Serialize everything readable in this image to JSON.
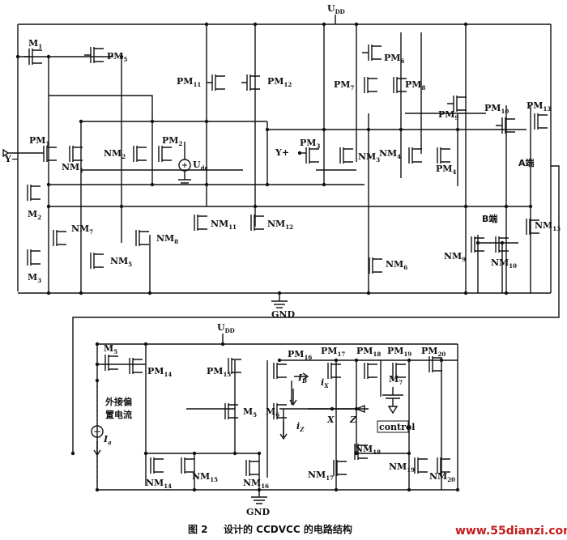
{
  "supply": {
    "vdd_top": "U",
    "vdd_top_sub": "DD",
    "vdd_bottom": "U",
    "vdd_bottom_sub": "DD",
    "gnd_top": "GND",
    "gnd_bottom": "GND"
  },
  "ports": {
    "y_minus": "Y−",
    "y_plus": "Y+",
    "a_end": "A端",
    "b_end": "B端",
    "x_out": "X",
    "z_out": "Z",
    "udc": "U",
    "udc_sub": "dc"
  },
  "top_devices": [
    {
      "key": "m1",
      "text": "M",
      "sub": "1"
    },
    {
      "key": "pm5",
      "text": "PM",
      "sub": "5"
    },
    {
      "key": "pm6",
      "text": "PM",
      "sub": "6"
    },
    {
      "key": "pm11",
      "text": "PM",
      "sub": "11"
    },
    {
      "key": "pm12",
      "text": "PM",
      "sub": "12"
    },
    {
      "key": "pm7",
      "text": "PM",
      "sub": "7"
    },
    {
      "key": "pm8",
      "text": "PM",
      "sub": "8"
    },
    {
      "key": "pm9",
      "text": "PM",
      "sub": "9"
    },
    {
      "key": "pm10",
      "text": "PM",
      "sub": "10"
    },
    {
      "key": "pm13",
      "text": "PM",
      "sub": "13"
    },
    {
      "key": "pm1",
      "text": "PM",
      "sub": "1"
    },
    {
      "key": "pm2",
      "text": "PM",
      "sub": "2"
    },
    {
      "key": "nm2",
      "text": "NM",
      "sub": "2"
    },
    {
      "key": "nm1",
      "text": "NM",
      "sub": "1"
    },
    {
      "key": "pm3",
      "text": "PM",
      "sub": "3"
    },
    {
      "key": "nm3",
      "text": "NM",
      "sub": "3"
    },
    {
      "key": "nm4",
      "text": "NM",
      "sub": "4"
    },
    {
      "key": "pm4",
      "text": "PM",
      "sub": "4"
    },
    {
      "key": "m2",
      "text": "M",
      "sub": "2"
    },
    {
      "key": "nm7",
      "text": "NM",
      "sub": "7"
    },
    {
      "key": "nm8",
      "text": "NM",
      "sub": "8"
    },
    {
      "key": "nm11",
      "text": "NM",
      "sub": "11"
    },
    {
      "key": "nm12",
      "text": "NM",
      "sub": "12"
    },
    {
      "key": "nm13",
      "text": "NM",
      "sub": "13"
    },
    {
      "key": "m3",
      "text": "M",
      "sub": "3"
    },
    {
      "key": "nm5",
      "text": "NM",
      "sub": "5"
    },
    {
      "key": "nm6",
      "text": "NM",
      "sub": "6"
    },
    {
      "key": "nm9",
      "text": "NM",
      "sub": "9"
    },
    {
      "key": "nm10",
      "text": "NM",
      "sub": "10"
    }
  ],
  "bottom_devices": [
    {
      "key": "m5a",
      "text": "M",
      "sub": "5"
    },
    {
      "key": "pm14",
      "text": "PM",
      "sub": "14"
    },
    {
      "key": "pm15",
      "text": "PM",
      "sub": "15"
    },
    {
      "key": "pm16",
      "text": "PM",
      "sub": "16"
    },
    {
      "key": "pm17",
      "text": "PM",
      "sub": "17"
    },
    {
      "key": "pm18",
      "text": "PM",
      "sub": "18"
    },
    {
      "key": "pm19",
      "text": "PM",
      "sub": "19"
    },
    {
      "key": "pm20",
      "text": "PM",
      "sub": "20"
    },
    {
      "key": "m7",
      "text": "M",
      "sub": "7"
    },
    {
      "key": "m5b",
      "text": "M",
      "sub": "5"
    },
    {
      "key": "m6",
      "text": "M",
      "sub": "6"
    },
    {
      "key": "nm14",
      "text": "NM",
      "sub": "14"
    },
    {
      "key": "nm15",
      "text": "NM",
      "sub": "15"
    },
    {
      "key": "nm16",
      "text": "NM",
      "sub": "16"
    },
    {
      "key": "nm17",
      "text": "NM",
      "sub": "17"
    },
    {
      "key": "nm18",
      "text": "NM",
      "sub": "18"
    },
    {
      "key": "nm19",
      "text": "NM",
      "sub": "19"
    },
    {
      "key": "nm20",
      "text": "NM",
      "sub": "20"
    }
  ],
  "currents": {
    "ix": "i",
    "ix_sub": "X",
    "iz": "i",
    "iz_sub": "Z",
    "ia": "I",
    "ia_sub": "a",
    "ib": "I",
    "ib_sub": "B"
  },
  "bias": {
    "line1": "外接偏",
    "line2": "置电流",
    "control": "control"
  },
  "caption": {
    "fig": "图 2",
    "title": "设计的 CCDVCC 的电路结构"
  },
  "watermark": "www.55dianzi.com"
}
